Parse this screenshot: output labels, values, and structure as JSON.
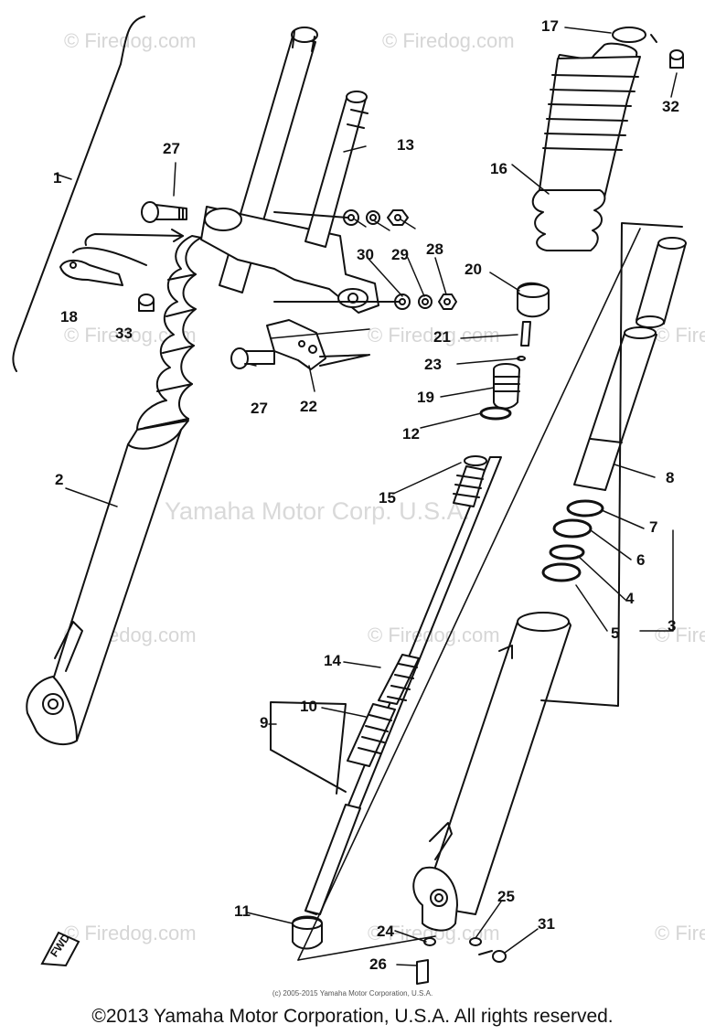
{
  "watermarks": {
    "firedog": "© Firedog.com",
    "yamaha": "Yamaha Motor Corp. U.S.A."
  },
  "callouts": {
    "p1": "1",
    "p2": "2",
    "p3": "3",
    "p4": "4",
    "p5": "5",
    "p6": "6",
    "p7": "7",
    "p8": "8",
    "p9": "9",
    "p10": "10",
    "p11": "11",
    "p12": "12",
    "p13": "13",
    "p14": "14",
    "p15": "15",
    "p16": "16",
    "p17": "17",
    "p18": "18",
    "p19": "19",
    "p20": "20",
    "p21": "21",
    "p22": "22",
    "p23": "23",
    "p24": "24",
    "p25": "25",
    "p26": "26",
    "p27a": "27",
    "p27b": "27",
    "p28": "28",
    "p29": "29",
    "p30": "30",
    "p31": "31",
    "p32": "32",
    "p33": "33"
  },
  "fwd_label": "FWD",
  "fine_print": "(c) 2005-2015 Yamaha Motor Corporation, U.S.A.",
  "copyright": "©2013 Yamaha Motor Corporation, U.S.A. All rights reserved."
}
